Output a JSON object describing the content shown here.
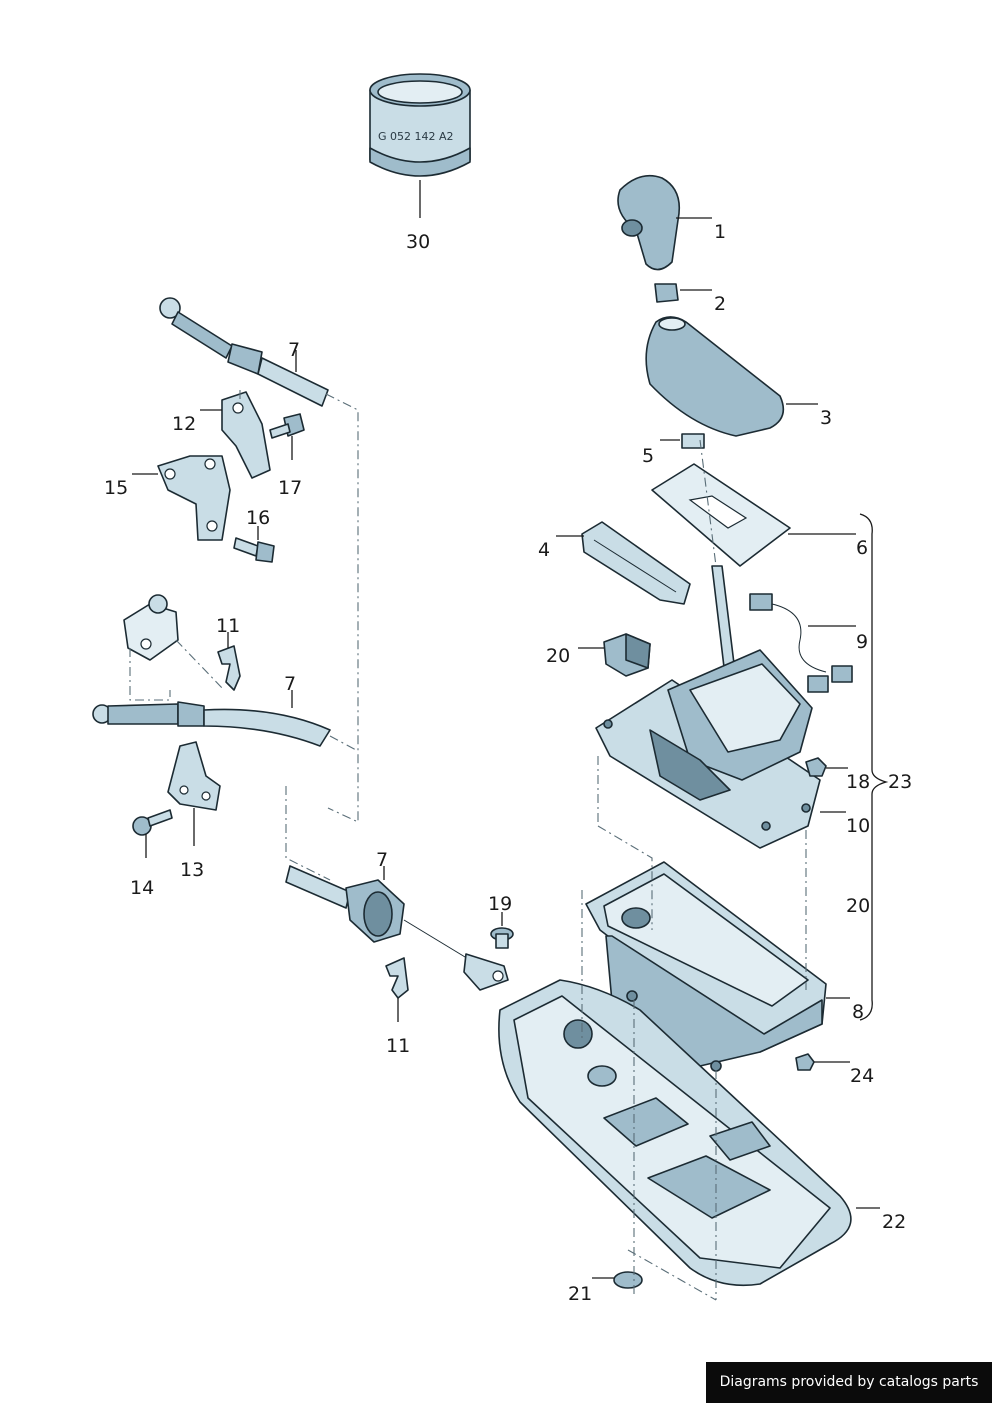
{
  "labels": {
    "p1": "1",
    "p2": "2",
    "p3": "3",
    "p4": "4",
    "p5": "5",
    "p6": "6",
    "p7a": "7",
    "p7b": "7",
    "p7c": "7",
    "p8": "8",
    "p9": "9",
    "p10": "10",
    "p11a": "11",
    "p11b": "11",
    "p12": "12",
    "p13": "13",
    "p14": "14",
    "p15": "15",
    "p16": "16",
    "p17": "17",
    "p18": "18",
    "p19": "19",
    "p20a": "20",
    "p20b": "20",
    "p21": "21",
    "p22": "22",
    "p23": "23",
    "p24": "24",
    "p30": "30"
  },
  "part_stamp": "G 052 142 A2",
  "footer": {
    "text": "Diagrams provided by catalogs parts"
  },
  "colors": {
    "part_fill": "#c9dde6",
    "part_shade": "#9fbccb",
    "outline": "#1c2b33",
    "footer_bg": "#0b0b0b"
  }
}
